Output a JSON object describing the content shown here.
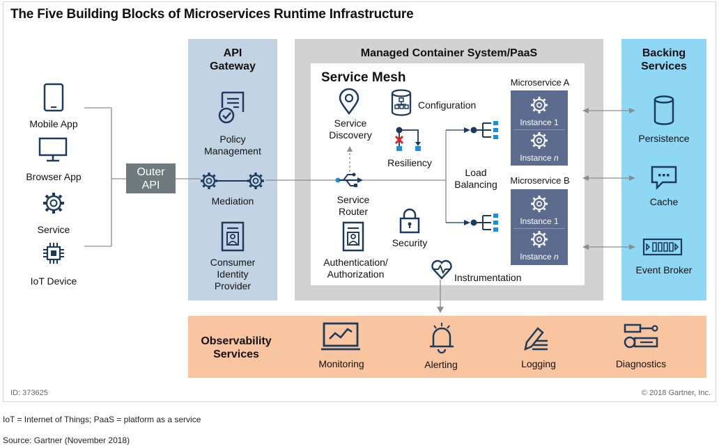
{
  "title": "The Five Building Blocks of Microservices Runtime Infrastructure",
  "clients": {
    "mobile_app": "Mobile App",
    "browser_app": "Browser App",
    "service": "Service",
    "iot_device": "IoT Device"
  },
  "outer_api": "Outer\nAPI",
  "api_gateway": {
    "title": "API\nGateway",
    "policy": "Policy\nManagement",
    "mediation": "Mediation",
    "consumer": "Consumer\nIdentity\nProvider"
  },
  "managed": {
    "title": "Managed Container System/PaaS",
    "service_mesh": "Service Mesh",
    "service_discovery": "Service\nDiscovery",
    "configuration": "Configuration",
    "resiliency": "Resiliency",
    "service_router": "Service\nRouter",
    "load_balancing": "Load\nBalancing",
    "security": "Security",
    "auth": "Authentication/\nAuthorization",
    "instrumentation": "Instrumentation",
    "microservice_a": "Microservice A",
    "microservice_b": "Microservice B",
    "instance_1": "Instance 1",
    "instance_n_prefix": "Instance ",
    "instance_n_var": "n"
  },
  "backing": {
    "title": "Backing\nServices",
    "persistence": "Persistence",
    "cache": "Cache",
    "event_broker": "Event Broker"
  },
  "observability": {
    "title": "Observability\nServices",
    "monitoring": "Monitoring",
    "alerting": "Alerting",
    "logging": "Logging",
    "diagnostics": "Diagnostics"
  },
  "footer": {
    "id": "ID: 373625",
    "copyright": "© 2018 Gartner, Inc."
  },
  "notes": {
    "abbrev": "IoT = Internet of Things; PaaS = platform as a service",
    "source": "Source: Gartner (November 2018)"
  },
  "colors": {
    "navy": "#1b3a5c",
    "api_panel": "#c2d4e4",
    "mcs_panel": "#d2d2d2",
    "backing_panel": "#8fd8f5",
    "obs_panel": "#f9c5a0",
    "microservice_box": "#5b6c8e",
    "outer_api": "#6e7b7e",
    "accent_blue": "#1f8fd1",
    "error_red": "#e0201b"
  }
}
